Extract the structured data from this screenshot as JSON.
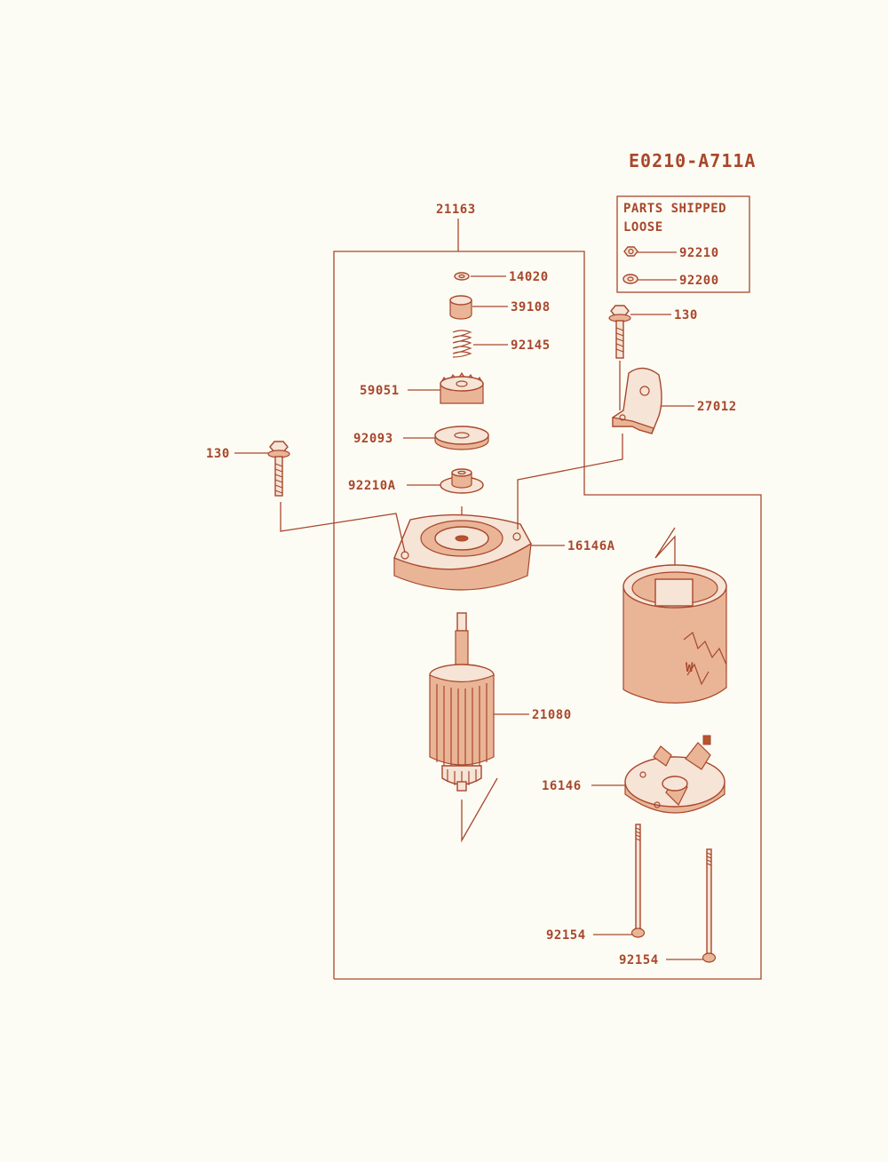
{
  "diagram_code": "E0210-A711A",
  "loose_box": {
    "title_line1": "PARTS SHIPPED",
    "title_line2": "LOOSE"
  },
  "labels": {
    "assembly": "21163",
    "washer_small": "14020",
    "collar": "39108",
    "spring": "92145",
    "pinion": "59051",
    "washer_flat": "92093",
    "nut_flange": "92210A",
    "cover_front": "16146A",
    "bolt_left": "130",
    "bolt_right": "130",
    "bracket": "27012",
    "loose_nut": "92210",
    "loose_washer": "92200",
    "armature": "21080",
    "brush_holder": "16146",
    "through_bolt_1": "92154",
    "through_bolt_2": "92154"
  },
  "colors": {
    "ink": "#a8472c",
    "fill": "#f6e4d6",
    "background": "#fdfcf4"
  }
}
